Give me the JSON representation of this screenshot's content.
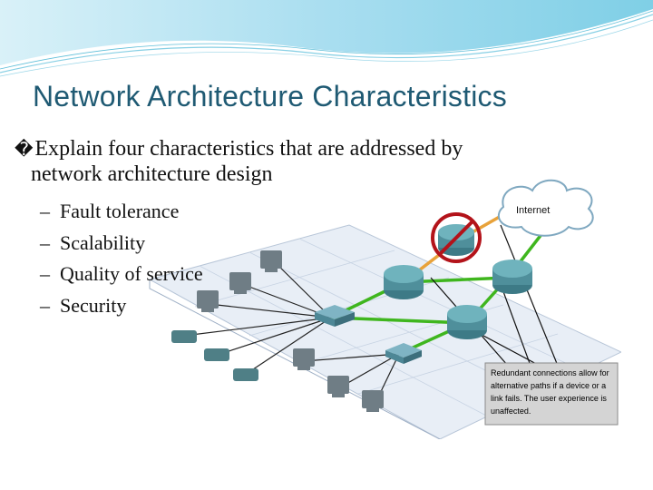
{
  "slide": {
    "title": "Network Architecture Characteristics",
    "bullet_marker": "�",
    "bullet_line1": "Explain four characteristics that are addressed by",
    "bullet_line2": "network architecture design",
    "sub_items": [
      {
        "dash": "–",
        "label": "Fault tolerance"
      },
      {
        "dash": "–",
        "label": "Scalability"
      },
      {
        "dash": "–",
        "label": "Quality of service"
      },
      {
        "dash": "–",
        "label": "Security"
      }
    ]
  },
  "diagram": {
    "cloud_label": "Internet",
    "callout_lines": [
      "Redundant connections allow for",
      "alternative paths if a device or a",
      "link fails. The user experience is",
      "unaffected."
    ]
  },
  "colors": {
    "title": "#1f5a73",
    "wave_light": "#bfe7f3",
    "wave_mid": "#7fcfe6",
    "link_green": "#3fb61e",
    "link_orange": "#e8a23a",
    "prohibit_red": "#b3131a"
  }
}
